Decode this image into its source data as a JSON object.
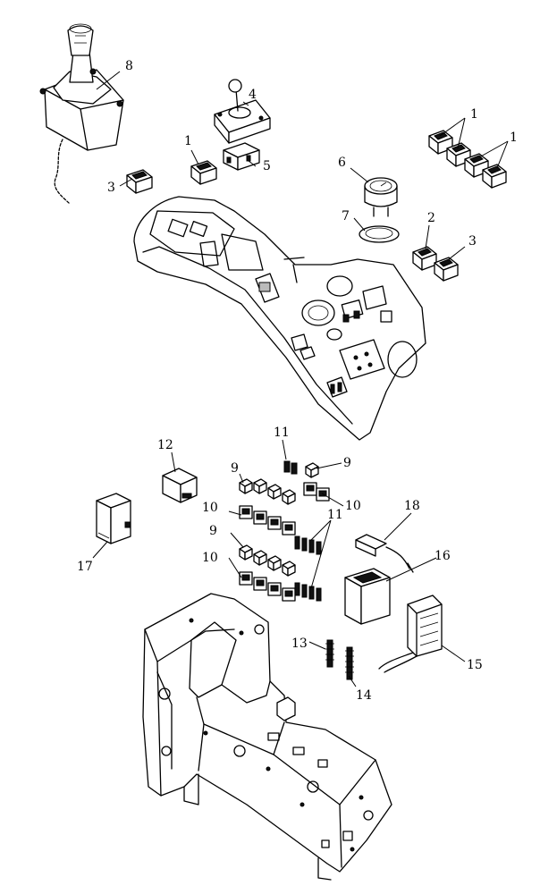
{
  "callouts": [
    {
      "id": "c1a",
      "text": "1"
    },
    {
      "id": "c1b",
      "text": "1"
    },
    {
      "id": "c1c",
      "text": "1"
    },
    {
      "id": "c2",
      "text": "2"
    },
    {
      "id": "c3a",
      "text": "3"
    },
    {
      "id": "c3b",
      "text": "3"
    },
    {
      "id": "c4",
      "text": "4"
    },
    {
      "id": "c5",
      "text": "5"
    },
    {
      "id": "c6",
      "text": "6"
    },
    {
      "id": "c7",
      "text": "7"
    },
    {
      "id": "c8",
      "text": "8"
    },
    {
      "id": "c9a",
      "text": "9"
    },
    {
      "id": "c9b",
      "text": "9"
    },
    {
      "id": "c9c",
      "text": "9"
    },
    {
      "id": "c10a",
      "text": "10"
    },
    {
      "id": "c10b",
      "text": "10"
    },
    {
      "id": "c10c",
      "text": "10"
    },
    {
      "id": "c11a",
      "text": "11"
    },
    {
      "id": "c11b",
      "text": "11"
    },
    {
      "id": "c12",
      "text": "12"
    },
    {
      "id": "c13",
      "text": "13"
    },
    {
      "id": "c14",
      "text": "14"
    },
    {
      "id": "c15",
      "text": "15"
    },
    {
      "id": "c16",
      "text": "16"
    },
    {
      "id": "c17",
      "text": "17"
    },
    {
      "id": "c18",
      "text": "18"
    }
  ]
}
